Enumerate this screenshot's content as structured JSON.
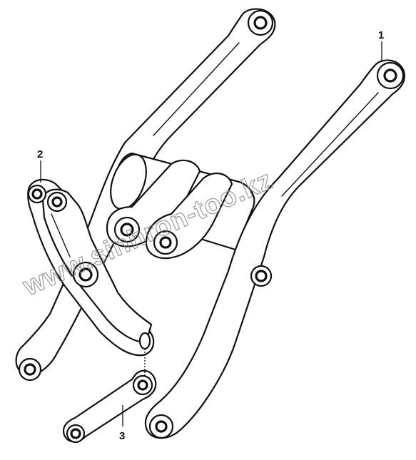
{
  "callouts": [
    {
      "id": "1",
      "label": "1"
    },
    {
      "id": "2",
      "label": "2"
    },
    {
      "id": "3",
      "label": "3"
    }
  ],
  "watermark": "www.sinhron-too.kz",
  "colors": {
    "line": "#111111",
    "watermark": "#8a8a8a",
    "background": "#ffffff"
  }
}
